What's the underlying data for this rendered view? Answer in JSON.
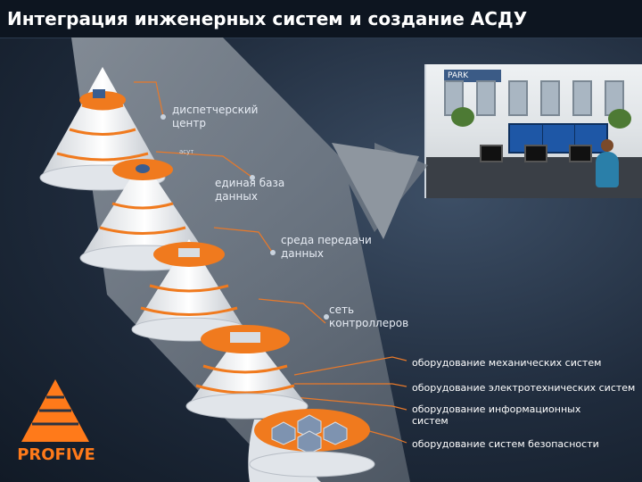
{
  "title": "Интеграция инженерных систем и создание АСДУ",
  "levels": [
    {
      "label": "диспетчерский центр",
      "line1": "диспетчерский",
      "line2": "центр"
    },
    {
      "label": "единая база данных",
      "line1": "единая база",
      "line2": "данных"
    },
    {
      "label": "среда передачи данных",
      "line1": "среда передачи",
      "line2": "данных"
    },
    {
      "label": "сеть контроллеров",
      "line1": "сеть",
      "line2": "контроллеров"
    }
  ],
  "small_tags": {
    "tag1": "асут"
  },
  "equipment": [
    "оборудование механических систем",
    "оборудование электротехнических систем",
    "оборудование информационных систем",
    "оборудование систем безопасности"
  ],
  "photo": {
    "sign": "PARK"
  },
  "logo": {
    "name": "PROFIVE",
    "brand_color": "#ff7a1a"
  },
  "colors": {
    "accent_orange": "#f07a1e",
    "cone_white": "#f2f4f6",
    "arrow_gray": "#8a929c"
  }
}
